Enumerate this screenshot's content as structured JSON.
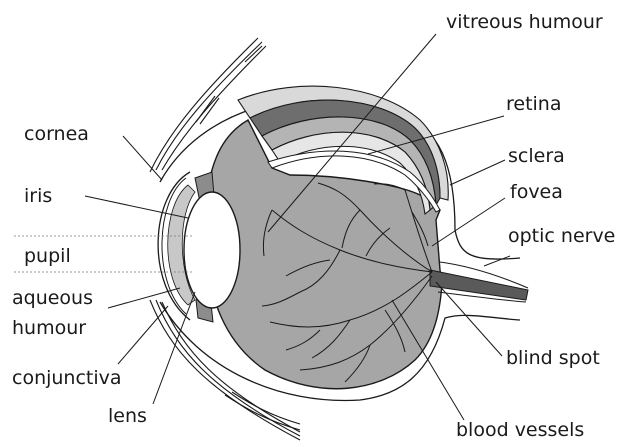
{
  "labels": {
    "cornea": "cornea",
    "iris": "iris",
    "pupil": "pupil",
    "aqueous_line1": "aqueous",
    "aqueous_line2": "humour",
    "conjunctiva": "conjunctiva",
    "lens": "lens",
    "vitreous": "vitreous humour",
    "retina": "retina",
    "sclera": "sclera",
    "fovea": "fovea",
    "optic_nerve": "optic nerve",
    "blind_spot": "blind spot",
    "blood_vessels": "blood vessels"
  },
  "colors": {
    "ink": "#1a1a1a",
    "interior": "#a6a6a6",
    "band_dark": "#6e6e6e",
    "band_mid": "#b4b4b4",
    "band_light": "#d9d9d9",
    "iris_fill": "#8c8c8c",
    "lens_fill": "#ffffff"
  }
}
